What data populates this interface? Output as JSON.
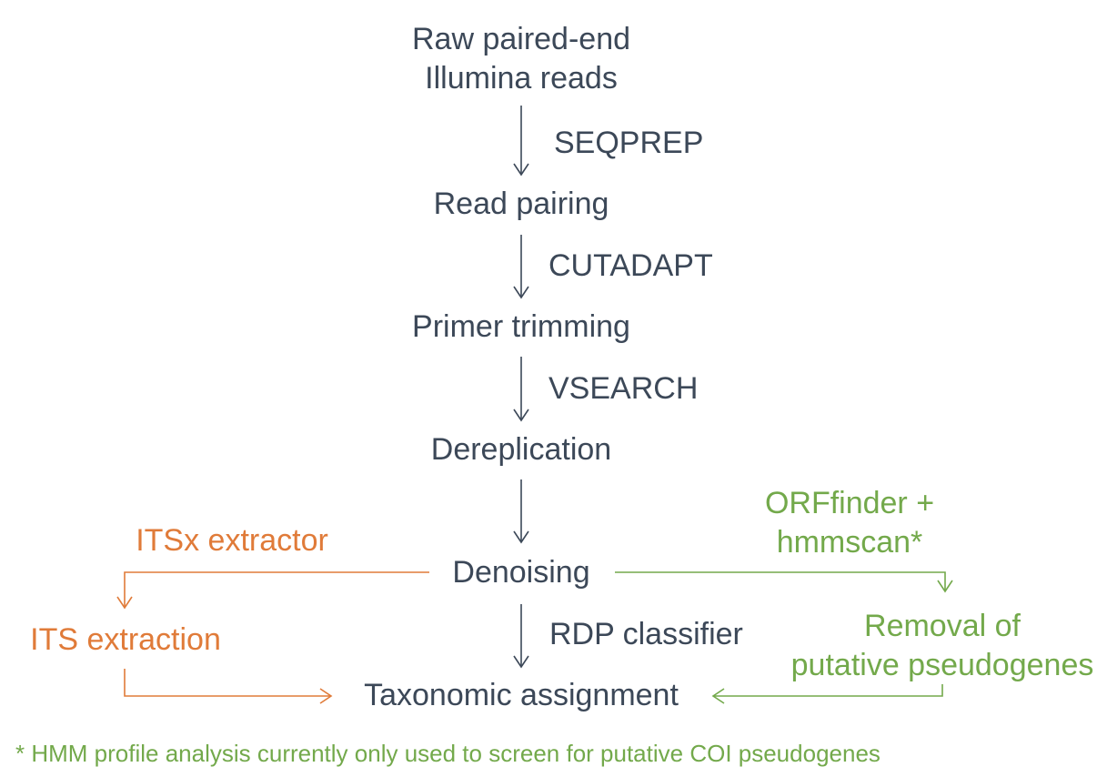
{
  "steps": {
    "raw_reads": "Raw paired-end\nIllumina reads",
    "read_pairing": "Read pairing",
    "primer_trimming": "Primer trimming",
    "dereplication": "Dereplication",
    "denoising": "Denoising",
    "taxonomic_assignment": "Taxonomic assignment"
  },
  "tools": {
    "seqprep": "SEQPREP",
    "cutadapt": "CUTADAPT",
    "vsearch": "VSEARCH",
    "rdp": "RDP classifier"
  },
  "its_branch": {
    "tool": "ITSx extractor",
    "step": "ITS extraction"
  },
  "coi_branch": {
    "tool": "ORFfinder +\nhmmscan*",
    "step": "Removal of\nputative pseudogenes"
  },
  "footnote": "* HMM profile analysis currently only used to screen for putative COI pseudogenes",
  "colors": {
    "main": "#3c4858",
    "its": "#e07b39",
    "coi": "#73a94b"
  }
}
